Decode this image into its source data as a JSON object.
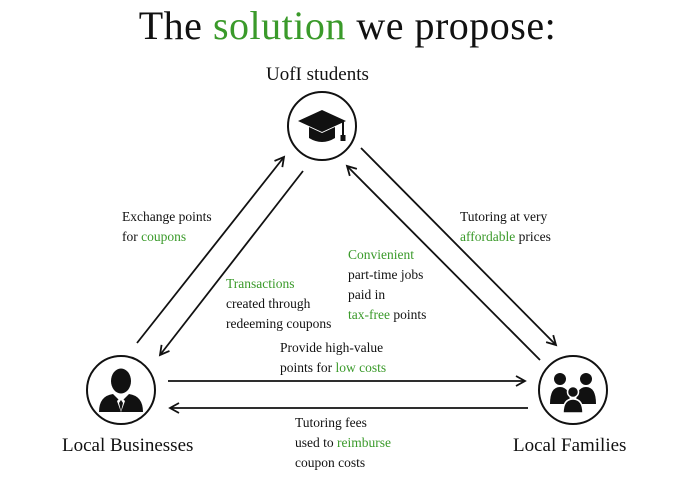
{
  "title": {
    "pre": "The ",
    "highlight": "solution",
    "post": " we propose:"
  },
  "nodes": {
    "students": {
      "label": "UofI students",
      "icon": "graduation-cap-icon"
    },
    "businesses": {
      "label": "Local Businesses",
      "icon": "businessman-icon"
    },
    "families": {
      "label": "Local Families",
      "icon": "family-icon"
    }
  },
  "edges": {
    "exchange": {
      "l1": "Exchange points",
      "l2a": "for ",
      "l2g": "coupons"
    },
    "transactions": {
      "l1g": "Transactions",
      "l2": "created through",
      "l3": "redeeming coupons"
    },
    "tutoring_prices": {
      "l1": "Tutoring at very",
      "l2g": "affordable",
      "l2b": " prices"
    },
    "jobs": {
      "l1g": "Convienient",
      "l2": "part-time jobs",
      "l3": "paid in",
      "l4g": "tax-free",
      "l4b": " points"
    },
    "high_value": {
      "l1": "Provide high-value",
      "l2a": "points for ",
      "l2g": "low costs"
    },
    "fees": {
      "l1": "Tutoring fees",
      "l2a": "used to ",
      "l2g": "reimburse",
      "l3": "coupon costs"
    }
  },
  "colors": {
    "accent": "#3a9a2a",
    "line": "#111111"
  }
}
